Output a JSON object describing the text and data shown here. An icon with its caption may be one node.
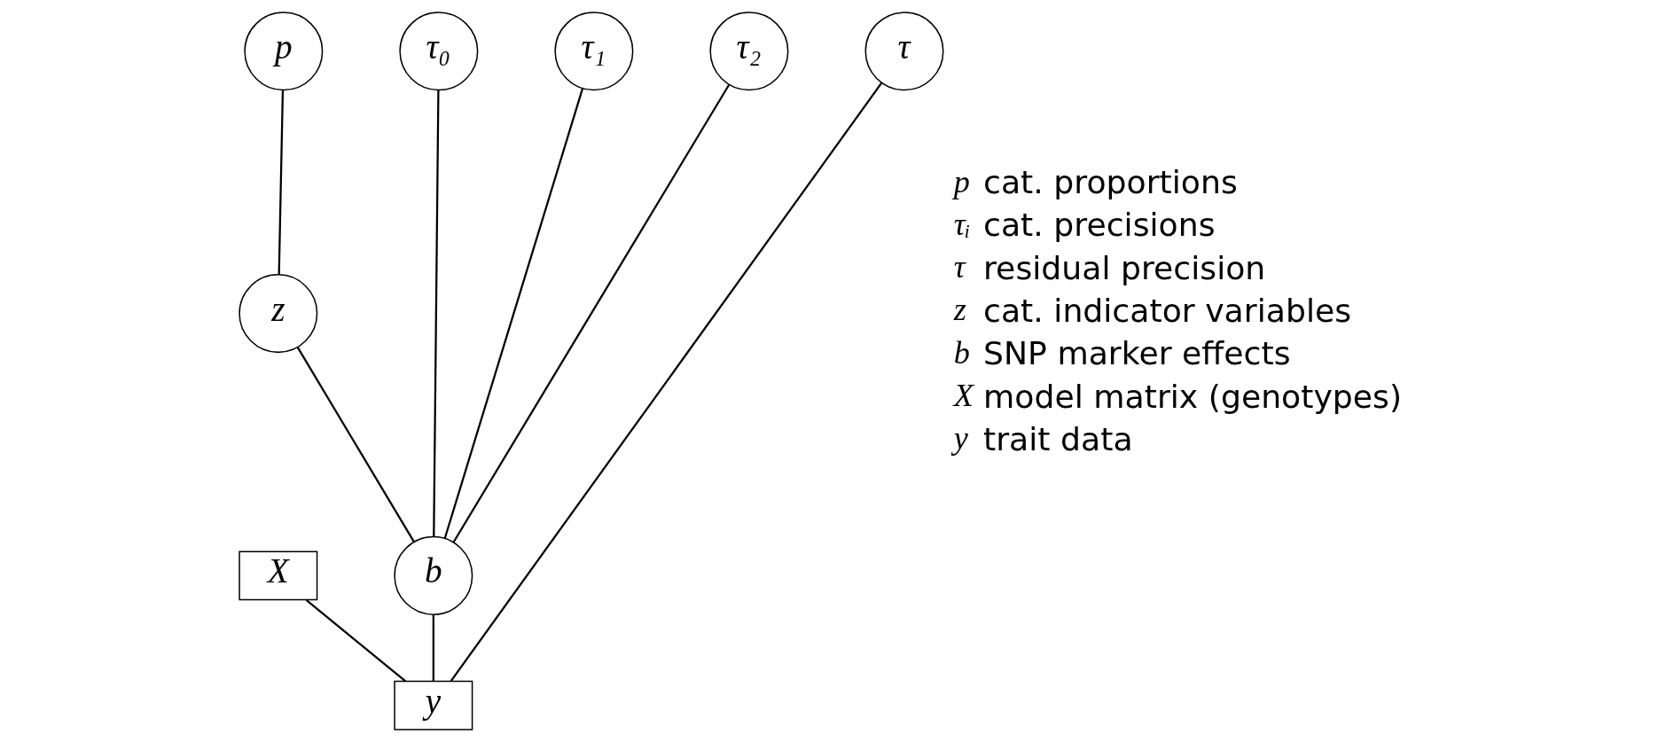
{
  "diagram": {
    "nodes": [
      {
        "text": [
          "p"
        ]
      },
      {
        "text": [
          "τ₀"
        ]
      },
      {
        "text": [
          "τ₁"
        ]
      },
      {
        "text": [
          "τ₂"
        ]
      },
      {
        "text": [
          "τ"
        ]
      },
      {
        "text": [
          "z"
        ]
      },
      {
        "text": [
          "b"
        ]
      },
      {
        "text": [
          "X"
        ]
      },
      {
        "text": [
          "y"
        ]
      }
    ],
    "edges": [
      {
        "from": 0,
        "to": 5,
        "arrow": "none"
      },
      {
        "from": 1,
        "to": 6,
        "arrow": "none"
      },
      {
        "from": 2,
        "to": 6,
        "arrow": "none"
      },
      {
        "from": 3,
        "to": 6,
        "arrow": "none"
      },
      {
        "from": 4,
        "to": 8,
        "arrow": "none"
      },
      {
        "from": 5,
        "to": 6,
        "arrow": "none"
      },
      {
        "from": 6,
        "to": 8,
        "arrow": "none"
      },
      {
        "from": 7,
        "to": 8,
        "arrow": "none"
      }
    ],
    "labels": [
      "p",
      "cat. proportions",
      "τᵢ",
      "cat. precisions",
      "τ",
      "residual precision",
      "z",
      "cat. indicator variables",
      "b",
      "SNP marker effects",
      "X",
      "model matrix (genotypes)",
      "y",
      "trait data"
    ]
  }
}
